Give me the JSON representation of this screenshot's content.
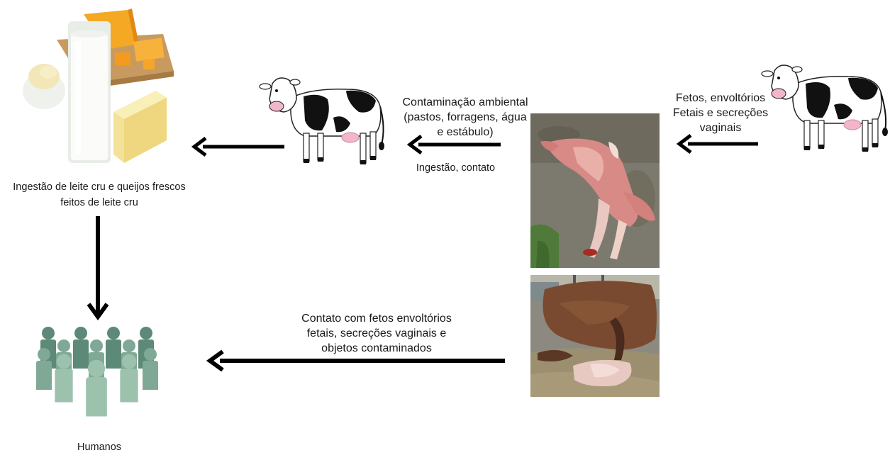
{
  "labels": {
    "ingestion": [
      "Ingestão de leite cru e queijos frescos",
      "feitos de leite cru"
    ],
    "contamination": [
      "Contaminação ambiental",
      "(pastos, forragens, água",
      "e estábulo)"
    ],
    "ingestion_contact": "Ingestão, contato",
    "fetuses": [
      "Fetos, envoltórios",
      "Fetais e secreções",
      "vaginais"
    ],
    "contact": [
      "Contato com fetos envoltórios",
      "fetais, secreções vaginais e",
      "objetos contaminados"
    ],
    "humans": "Humanos"
  },
  "colors": {
    "arrow": "#000000",
    "people_dark": "#5d8a78",
    "people_light": "#9cc2ad",
    "cow_body": "#ffffff",
    "cow_spots": "#111111",
    "udder": "#f2b6c8",
    "cheese": "#f7b23c",
    "milk": "#f4f6f2",
    "butter": "#f6eaa8",
    "photo_ground": "#7c7a6e",
    "photo_carcass": "#d88a86",
    "photo_cow": "#7a4a30"
  },
  "icons": [
    "dairy-products-image",
    "cow-icon",
    "people-group-icon",
    "aborted-fetus-photo",
    "cow-birth-photo"
  ]
}
